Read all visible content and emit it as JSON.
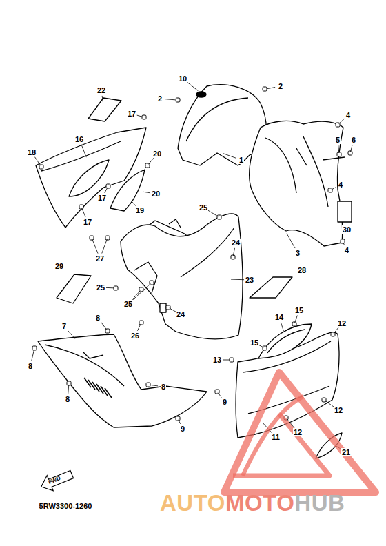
{
  "diagram": {
    "labels": [
      "22",
      "10",
      "2",
      "2",
      "17",
      "4",
      "16",
      "18",
      "20",
      "5",
      "6",
      "1",
      "20",
      "4",
      "17",
      "19",
      "25",
      "17",
      "30",
      "24",
      "27",
      "3",
      "4",
      "29",
      "28",
      "23",
      "25",
      "25",
      "24",
      "15",
      "8",
      "14",
      "12",
      "26",
      "7",
      "8",
      "15",
      "13",
      "8",
      "8",
      "9",
      "12",
      "9",
      "11",
      "12",
      "21",
      "FWD",
      "5RW3300-1260",
      "AUTO",
      "MOTO",
      "HUB"
    ]
  }
}
